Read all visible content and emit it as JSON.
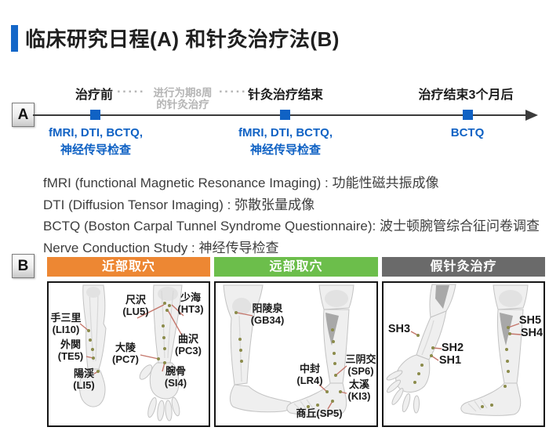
{
  "title": "临床研究日程(A) 和针灸治疗法(B)",
  "colors": {
    "accent_blue": "#1062C4",
    "title_bar_blue": "#1467C8",
    "timeline_line": "#3B3B3B",
    "note_gray": "#B5B5B5",
    "panel1_header": "#ED8733",
    "panel2_header": "#6CBE4B",
    "panel3_header": "#6A6A6A",
    "leader_line": "#C4766B",
    "point_dot": "#8B8B4A"
  },
  "timeline": {
    "badge": "A",
    "dots": ".....",
    "note_lines": [
      "进行为期8周",
      "的针灸治疗"
    ],
    "events": [
      {
        "title": "治疗前",
        "tests_lines": [
          "fMRI, DTI, BCTQ,",
          "神经传导检查"
        ]
      },
      {
        "title": "针灸治疗结束",
        "tests_lines": [
          "fMRI, DTI, BCTQ,",
          "神经传导检查"
        ]
      },
      {
        "title": "治疗结束3个月后",
        "tests_lines": [
          "BCTQ"
        ]
      }
    ]
  },
  "definitions": [
    "fMRI (functional Magnetic Resonance Imaging) : 功能性磁共振成像",
    "DTI (Diffusion Tensor Imaging) : 弥散张量成像",
    "BCTQ (Boston Carpal Tunnel Syndrome Questionnaire): 波士顿腕管综合征问卷调查",
    "Nerve Conduction Study : 神经传导检查"
  ],
  "panels": {
    "badge": "B",
    "items": [
      {
        "title": "近部取穴",
        "points": [
          {
            "label": [
              "手三里",
              "(LI10)"
            ]
          },
          {
            "label": [
              "尺沢",
              "(LU5)"
            ]
          },
          {
            "label": [
              "少海",
              "(HT3)"
            ]
          },
          {
            "label": [
              "曲沢",
              "(PC3)"
            ]
          },
          {
            "label": [
              "外関",
              "(TE5)"
            ]
          },
          {
            "label": [
              "大陵",
              "(PC7)"
            ]
          },
          {
            "label": [
              "陽渓",
              "(LI5)"
            ]
          },
          {
            "label": [
              "腕骨",
              "(SI4)"
            ]
          }
        ]
      },
      {
        "title": "远部取穴",
        "points": [
          {
            "label": [
              "阳陵泉",
              "(GB34)"
            ]
          },
          {
            "label": [
              "中封",
              "(LR4)"
            ]
          },
          {
            "label": [
              "三阴交",
              "(SP6)"
            ]
          },
          {
            "label": [
              "太溪",
              "(KI3)"
            ]
          },
          {
            "label": [
              "商丘(SP5)"
            ]
          }
        ]
      },
      {
        "title": "假针灸治疗",
        "points": [
          {
            "label": [
              "SH3"
            ]
          },
          {
            "label": [
              "SH2"
            ]
          },
          {
            "label": [
              "SH1"
            ]
          },
          {
            "label": [
              "SH5"
            ]
          },
          {
            "label": [
              "SH4"
            ]
          }
        ]
      }
    ]
  }
}
